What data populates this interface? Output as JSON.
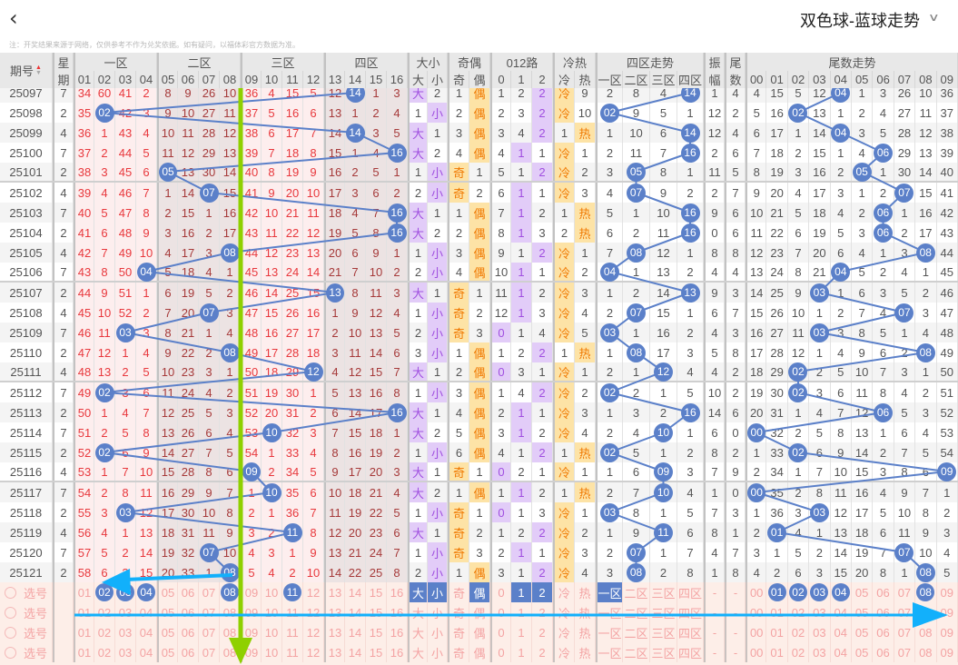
{
  "header": {
    "back_icon": "chevron-left-icon",
    "back_glyph": "‹",
    "title": "双色球-蓝球走势",
    "dropdown_icon": "chevron-down-icon",
    "dropdown_glyph": "∨"
  },
  "notice": "注：开奖结果来源于网络，仅供参考不作为兑奖依据。如有疑问，以福体彩官方数据为准。",
  "table_header": {
    "issue": "期号",
    "week": [
      "星",
      "期"
    ],
    "groups": [
      {
        "label": "一区",
        "cols": [
          "01",
          "02",
          "03",
          "04"
        ]
      },
      {
        "label": "二区",
        "cols": [
          "05",
          "06",
          "07",
          "08"
        ]
      },
      {
        "label": "三区",
        "cols": [
          "09",
          "10",
          "11",
          "12"
        ]
      },
      {
        "label": "四区",
        "cols": [
          "13",
          "14",
          "15",
          "16"
        ]
      },
      {
        "label": "大小",
        "cols": [
          "大",
          "小"
        ]
      },
      {
        "label": "奇偶",
        "cols": [
          "奇",
          "偶"
        ]
      },
      {
        "label": "012路",
        "cols": [
          "0",
          "1",
          "2"
        ]
      },
      {
        "label": "冷热",
        "cols": [
          "冷",
          "热"
        ]
      },
      {
        "label": "四区走势",
        "cols": [
          "一区",
          "二区",
          "三区",
          "四区"
        ]
      }
    ],
    "amp": [
      "振",
      "幅"
    ],
    "tail": [
      "尾",
      "数"
    ],
    "tail_trend": {
      "label": "尾数走势",
      "cols": [
        "00",
        "01",
        "02",
        "03",
        "04",
        "05",
        "06",
        "07",
        "08",
        "09"
      ]
    }
  },
  "rows": [
    {
      "issue": "25097",
      "week": "7",
      "ball": 14,
      "hc": "冷"
    },
    {
      "issue": "25098",
      "week": "2",
      "ball": 2,
      "hc": "冷"
    },
    {
      "issue": "25099",
      "week": "4",
      "ball": 14,
      "hc": "热"
    },
    {
      "issue": "25100",
      "week": "7",
      "ball": 16,
      "hc": "冷"
    },
    {
      "issue": "25101",
      "week": "2",
      "ball": 5,
      "hc": "冷"
    },
    {
      "issue": "25102",
      "week": "4",
      "ball": 7,
      "hc": "冷"
    },
    {
      "issue": "25103",
      "week": "7",
      "ball": 16,
      "hc": "热"
    },
    {
      "issue": "25104",
      "week": "2",
      "ball": 16,
      "hc": "热"
    },
    {
      "issue": "25105",
      "week": "4",
      "ball": 8,
      "hc": "冷"
    },
    {
      "issue": "25106",
      "week": "7",
      "ball": 4,
      "hc": "冷"
    },
    {
      "issue": "25107",
      "week": "2",
      "ball": 13,
      "hc": "冷"
    },
    {
      "issue": "25108",
      "week": "4",
      "ball": 7,
      "hc": "冷"
    },
    {
      "issue": "25109",
      "week": "7",
      "ball": 3,
      "hc": "冷"
    },
    {
      "issue": "25110",
      "week": "2",
      "ball": 8,
      "hc": "热"
    },
    {
      "issue": "25111",
      "week": "4",
      "ball": 12,
      "hc": "冷"
    },
    {
      "issue": "25112",
      "week": "7",
      "ball": 2,
      "hc": "冷"
    },
    {
      "issue": "25113",
      "week": "2",
      "ball": 16,
      "hc": "冷"
    },
    {
      "issue": "25114",
      "week": "7",
      "ball": 10,
      "hc": "冷"
    },
    {
      "issue": "25115",
      "week": "2",
      "ball": 2,
      "hc": "热"
    },
    {
      "issue": "25116",
      "week": "4",
      "ball": 9,
      "hc": "冷"
    },
    {
      "issue": "25117",
      "week": "7",
      "ball": 10,
      "hc": "热"
    },
    {
      "issue": "25118",
      "week": "2",
      "ball": 3,
      "hc": "冷"
    },
    {
      "issue": "25119",
      "week": "4",
      "ball": 11,
      "hc": "冷"
    },
    {
      "issue": "25120",
      "week": "7",
      "ball": 7,
      "hc": "冷"
    },
    {
      "issue": "25121",
      "week": "2",
      "ball": 8,
      "hc": "冷"
    }
  ],
  "first_row_omissions": {
    "numbers": [
      34,
      60,
      41,
      2,
      8,
      9,
      26,
      10,
      36,
      4,
      15,
      5,
      12,
      0,
      1,
      3
    ],
    "big_small": [
      0,
      2
    ],
    "odd_even": [
      1,
      0
    ],
    "mod3": [
      1,
      2,
      0
    ],
    "cold_hot": [
      0,
      9
    ],
    "zones": [
      2,
      8,
      4,
      0
    ],
    "amplitude": 1,
    "tails": [
      4,
      15,
      5,
      12,
      0,
      1,
      3,
      26,
      10,
      36
    ]
  },
  "picker": {
    "label": "选号",
    "empty_mark": "-",
    "rows": 4,
    "selected_first_row": {
      "numbers": [
        "02",
        "03",
        "04",
        "08",
        "11"
      ],
      "big_small": [
        "大",
        "小"
      ],
      "odd_even": [
        "偶"
      ],
      "mod3": [
        "1",
        "2"
      ],
      "cold_hot": [],
      "zones": [
        "一区"
      ],
      "tails": [
        "01",
        "02",
        "03",
        "04",
        "08"
      ]
    }
  },
  "colors": {
    "ball": "#5b80c9",
    "highlight_purple": "#e2ccf8",
    "highlight_orange": "#fde3a6",
    "annotation_green": "#8fd000",
    "annotation_cyan": "#12b0fb"
  }
}
